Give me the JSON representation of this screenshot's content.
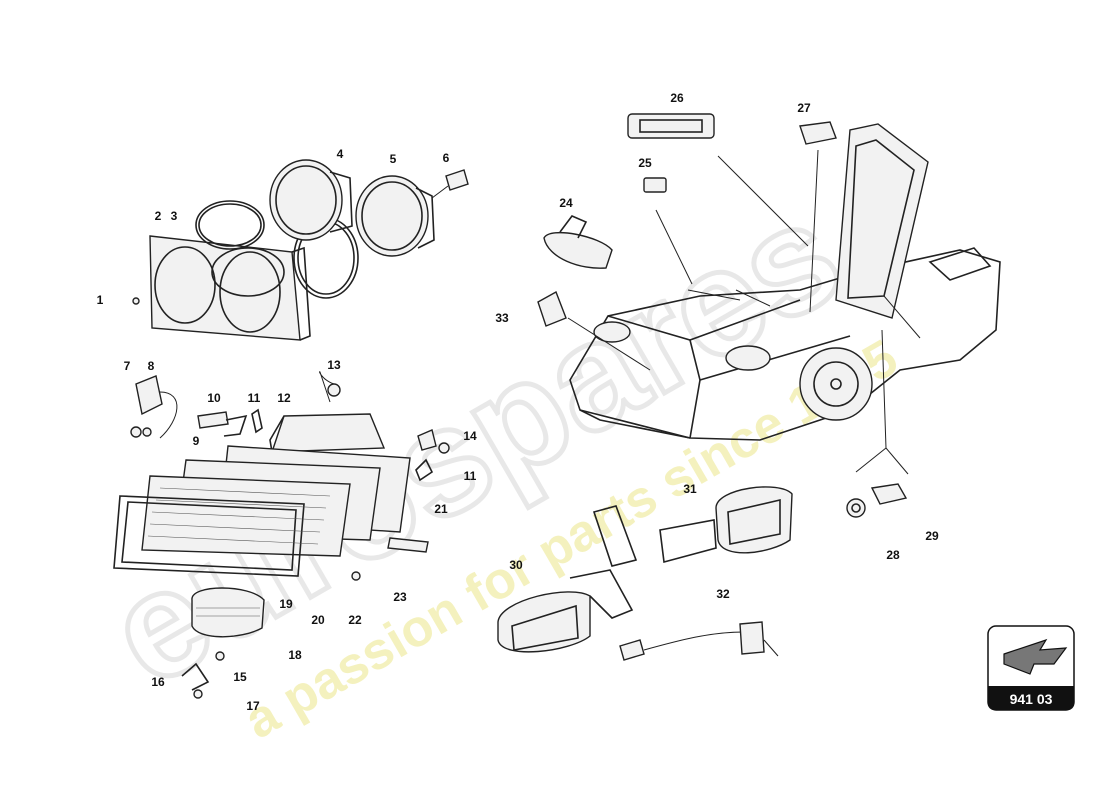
{
  "diagram": {
    "callouts": [
      {
        "id": "1",
        "label": "1"
      },
      {
        "id": "2",
        "label": "2"
      },
      {
        "id": "3",
        "label": "3"
      },
      {
        "id": "4",
        "label": "4"
      },
      {
        "id": "5",
        "label": "5"
      },
      {
        "id": "6",
        "label": "6"
      },
      {
        "id": "7",
        "label": "7"
      },
      {
        "id": "8",
        "label": "8"
      },
      {
        "id": "9",
        "label": "9"
      },
      {
        "id": "10",
        "label": "10"
      },
      {
        "id": "11a",
        "label": "11"
      },
      {
        "id": "11b",
        "label": "11"
      },
      {
        "id": "12",
        "label": "12"
      },
      {
        "id": "13",
        "label": "13"
      },
      {
        "id": "14",
        "label": "14"
      },
      {
        "id": "15",
        "label": "15"
      },
      {
        "id": "16",
        "label": "16"
      },
      {
        "id": "17",
        "label": "17"
      },
      {
        "id": "18",
        "label": "18"
      },
      {
        "id": "19",
        "label": "19"
      },
      {
        "id": "20",
        "label": "20"
      },
      {
        "id": "21",
        "label": "21"
      },
      {
        "id": "22",
        "label": "22"
      },
      {
        "id": "23",
        "label": "23"
      },
      {
        "id": "24",
        "label": "24"
      },
      {
        "id": "25",
        "label": "25"
      },
      {
        "id": "26",
        "label": "26"
      },
      {
        "id": "27",
        "label": "27"
      },
      {
        "id": "28",
        "label": "28"
      },
      {
        "id": "29",
        "label": "29"
      },
      {
        "id": "30",
        "label": "30"
      },
      {
        "id": "31",
        "label": "31"
      },
      {
        "id": "32",
        "label": "32"
      },
      {
        "id": "33",
        "label": "33"
      }
    ],
    "badge": {
      "code": "941 03",
      "icon": "arrow-icon"
    }
  },
  "watermark": {
    "brand": "eurospares",
    "tagline": "a passion for parts since 1985"
  }
}
